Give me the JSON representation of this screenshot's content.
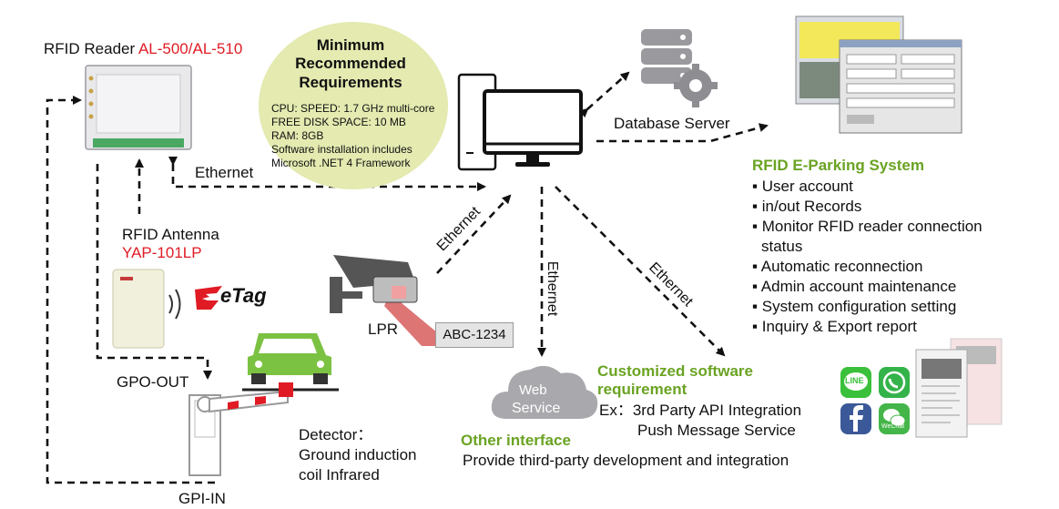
{
  "reader": {
    "label_prefix": "RFID Reader ",
    "model": "AL-500/AL-510"
  },
  "requirements": {
    "title_line1": "Minimum",
    "title_line2": "Recommended",
    "title_line3": "Requirements",
    "lines": [
      "CPU: SPEED: 1.7 GHz multi-core",
      "FREE DISK SPACE: 10 MB",
      "RAM: 8GB",
      "Software installation includes",
      "Microsoft .NET 4 Framework"
    ]
  },
  "database": {
    "label": "Database Server"
  },
  "ethernet_label": "Ethernet",
  "antenna": {
    "label": "RFID Antenna",
    "model": "YAP-101LP"
  },
  "etag": {
    "logo": "eTag"
  },
  "lpr": {
    "label": "LPR",
    "plate": "ABC-1234"
  },
  "gpo": "GPO-OUT",
  "gpi": "GPI-IN",
  "detector": {
    "line1": "Detector：",
    "line2": "Ground induction",
    "line3": "coil Infrared"
  },
  "web_service": {
    "line1": "Web",
    "line2": "Service"
  },
  "other_interface": {
    "title": "Other interface",
    "desc": "Provide third-party development and integration"
  },
  "custom_software": {
    "title_line1": "Customized software",
    "title_line2": "requirement",
    "ex1": "Ex：3rd Party API Integration",
    "ex2": "Push Message Service"
  },
  "eparking": {
    "title": "RFID E-Parking System",
    "features": [
      "▪ User account",
      "▪ in/out Records",
      "▪ Monitor RFID reader connection",
      "   status",
      "▪ Automatic reconnection",
      "▪ Admin account maintenance",
      "▪ System configuration setting",
      "▪ Inquiry & Export report"
    ]
  },
  "social": {
    "line": "LINE",
    "wechat": "WeChat"
  },
  "icons": [
    "rfid-reader-icon",
    "pc-monitor-icon",
    "database-server-icon",
    "software-screens-icon",
    "antenna-icon",
    "etag-logo-icon",
    "camera-icon",
    "car-icon",
    "barrier-gate-icon",
    "cloud-icon",
    "line-icon",
    "whatsapp-icon",
    "facebook-icon",
    "wechat-icon",
    "phone-screens-icon"
  ],
  "colors": {
    "accent_green": "#6aa323",
    "model_red": "#e01b24",
    "req_circle": "#e4eab0"
  }
}
